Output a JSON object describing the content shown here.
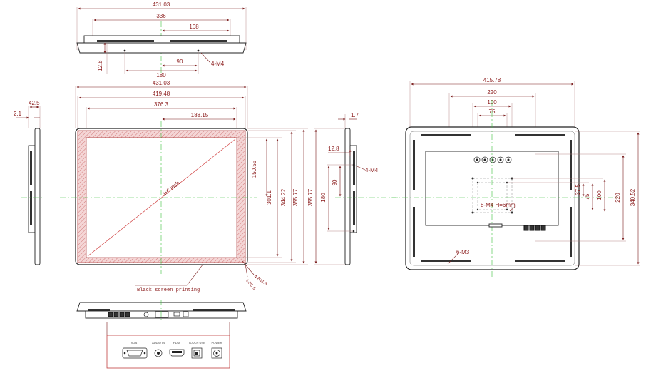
{
  "top_view": {
    "overall_width": "431.03",
    "mount_span": "336",
    "half_mount_span": "168",
    "depth": "12.8",
    "hole_span": "180",
    "hole_offset": "90",
    "hole_callout": "4-M4"
  },
  "front_view": {
    "overall_width": "431.03",
    "bezel_width": "419.48",
    "active_width": "376.3",
    "half_active_width": "188.15",
    "half_active_height": "150.55",
    "active_height": "301.1",
    "bezel_height": "344.22",
    "overall_height": "355.77",
    "diagonal_label": "19\" inch",
    "print_note": "Black screen printing",
    "callout_a": "4-R11.3",
    "callout_b": "4-R5.6"
  },
  "left_side": {
    "depth": "42.5",
    "lip": "2.1"
  },
  "right_side": {
    "bezel_depth": "1.7",
    "hole_offset": "12.8",
    "hole_span_small": "90",
    "hole_span_large": "180",
    "overall_height": "355.77",
    "hole_callout": "4-M4"
  },
  "back_view": {
    "overall_width": "415.78",
    "vesa_large": "220",
    "vesa_mid": "100",
    "vesa_small": "75",
    "vesa_small_v": "75",
    "vesa_mid_v": "100",
    "vesa_large_v": "220",
    "overall_height": "340.52",
    "offset_v": "37.5",
    "vesa_callout": "8-M4 H=6mm",
    "screw_callout": "6-M3"
  },
  "io_panel": {
    "labels": [
      "VGA",
      "AUDIO IN",
      "HDMI",
      "TOUCH USB",
      "POWER"
    ]
  }
}
